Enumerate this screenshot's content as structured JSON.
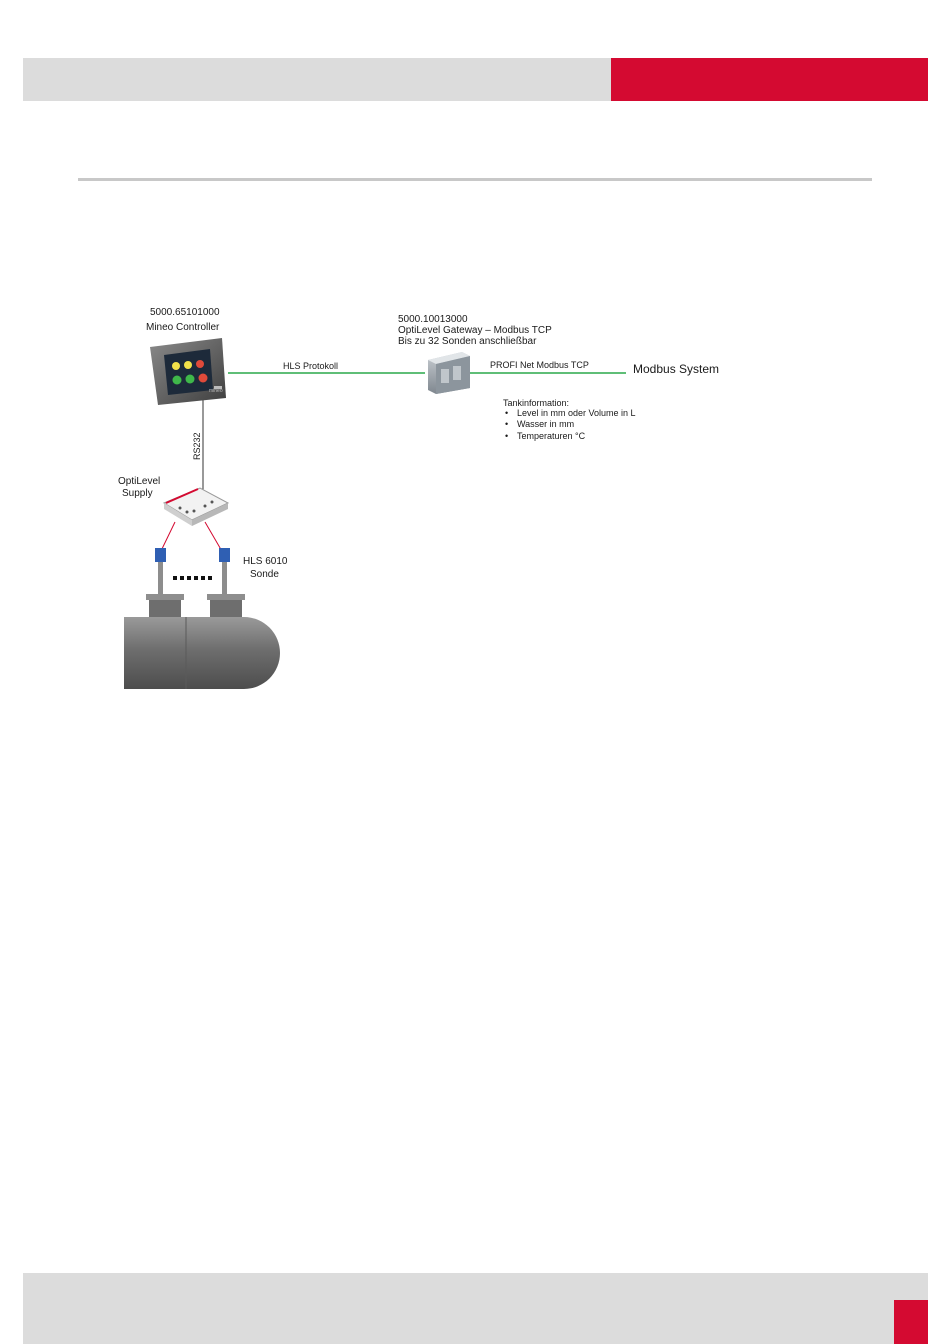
{
  "controller": {
    "part_number": "5000.65101000",
    "name": "Mineo Controller",
    "screen_brand": "mineo"
  },
  "gateway": {
    "part_number": "5000.10013000",
    "name": "OptiLevel Gateway – Modbus TCP",
    "capacity": "Bis zu 32 Sonden anschließbar"
  },
  "links": {
    "hls_protocol": "HLS Protokoll",
    "profinet_modbus": "PROFI Net Modbus TCP",
    "rs232": "RS232"
  },
  "modbus_system": "Modbus System",
  "tank_info": {
    "title": "Tankinformation:",
    "items": [
      "Level in mm oder Volume in L",
      "Wasser in mm",
      "Temperaturen °C"
    ]
  },
  "supply": {
    "line1": "OptiLevel",
    "line2": "Supply"
  },
  "probe": {
    "line1": "HLS 6010",
    "line2": "Sonde"
  },
  "colors": {
    "brand_red": "#d40a31",
    "link_green": "#2aa84a",
    "probe_blue": "#2f5fb3"
  }
}
